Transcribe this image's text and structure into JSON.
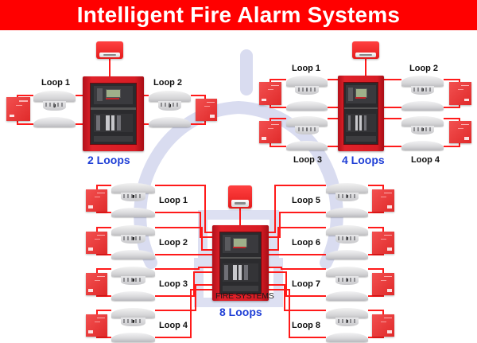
{
  "header": {
    "title": "Intelligent Fire Alarm Systems",
    "background_color": "#ff0000",
    "text_color": "#ffffff"
  },
  "colors": {
    "wire": "#ff1a1a",
    "loop_count_text": "#1f3fd6",
    "watermark": "#d9dcf0"
  },
  "diagrams": [
    {
      "id": "two-loop",
      "count_label": "2 Loops",
      "loops": [
        {
          "label": "Loop 1",
          "side": "left"
        },
        {
          "label": "Loop 2",
          "side": "right"
        }
      ]
    },
    {
      "id": "four-loop",
      "count_label": "4 Loops",
      "loops": [
        {
          "label": "Loop 1",
          "side": "left"
        },
        {
          "label": "Loop 2",
          "side": "right"
        },
        {
          "label": "Loop 3",
          "side": "left"
        },
        {
          "label": "Loop 4",
          "side": "right"
        }
      ]
    },
    {
      "id": "eight-loop",
      "count_label": "8 Loops",
      "brand_label": "FIRE SYSTEMS",
      "loops": [
        {
          "label": "Loop 1",
          "side": "left"
        },
        {
          "label": "Loop 2",
          "side": "left"
        },
        {
          "label": "Loop 3",
          "side": "left"
        },
        {
          "label": "Loop 4",
          "side": "left"
        },
        {
          "label": "Loop 5",
          "side": "right"
        },
        {
          "label": "Loop 6",
          "side": "right"
        },
        {
          "label": "Loop 7",
          "side": "right"
        },
        {
          "label": "Loop 8",
          "side": "right"
        }
      ]
    }
  ],
  "icons": {
    "panel": "fire-alarm-control-panel-icon",
    "strobe": "horn-strobe-icon",
    "smoke_detector": "smoke-detector-icon",
    "detector_base": "detector-base-icon",
    "module": "monitor-module-icon",
    "watermark": "lightbulb-watermark-icon"
  }
}
